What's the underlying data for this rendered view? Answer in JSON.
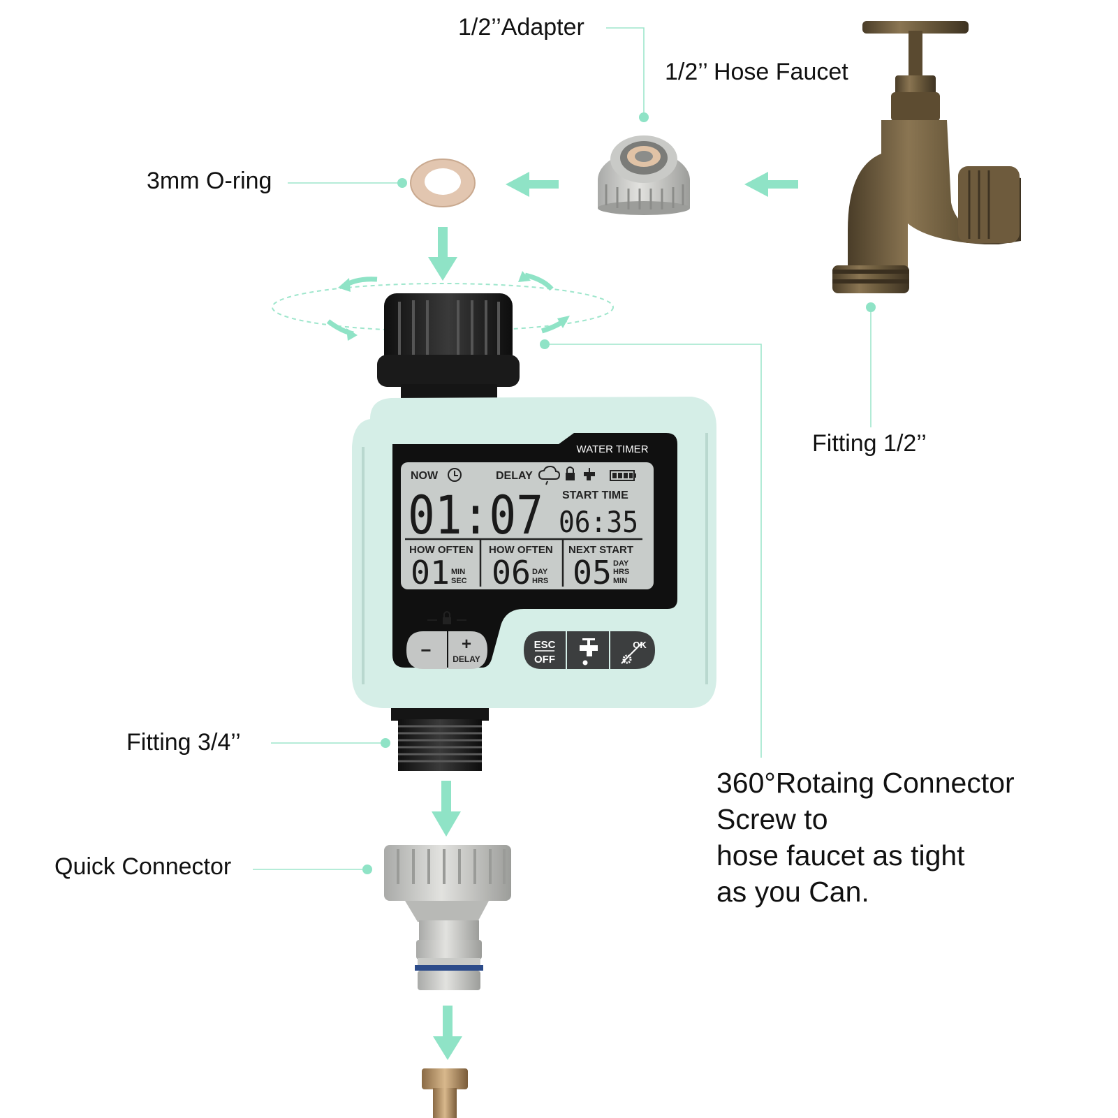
{
  "labels": {
    "adapter": "1/2’’Adapter",
    "hose_faucet": "1/2’’ Hose Faucet",
    "o_ring": "3mm O-ring",
    "fitting_half": "Fitting 1/2’’",
    "fitting_three_quarter": "Fitting 3/4’’",
    "quick_connector": "Quick Connector"
  },
  "note": {
    "lines": [
      "360°Rotaing Connector",
      "Screw to",
      "hose faucet as tight",
      "as you Can."
    ]
  },
  "device": {
    "brand_text": "WATER TIMER",
    "lcd": {
      "now_label": "NOW",
      "delay_label": "DELAY",
      "current_time": "01:07",
      "start_time_label": "START TIME",
      "start_time": "06:35",
      "col1_label": "HOW OFTEN",
      "col1_value": "01",
      "col1_unit_top": "MIN",
      "col1_unit_bottom": "SEC",
      "col2_label": "HOW OFTEN",
      "col2_value": "06",
      "col2_unit_top": "DAY",
      "col2_unit_bottom": "HRS",
      "col3_label": "NEXT START",
      "col3_value": "05",
      "col3_unit_top": "DAY",
      "col3_unit_mid": "HRS",
      "col3_unit_bottom": "MIN"
    },
    "buttons": {
      "minus": "−",
      "plus": "+",
      "delay": "DELAY",
      "esc": "ESC",
      "off": "OFF",
      "ok": "OK"
    }
  },
  "colors": {
    "accent_mint": "#8fe3c6",
    "timer_body": "#d8efe9",
    "lcd_bg": "#c7cbc9",
    "brass": "#6e5b3d"
  },
  "icons": [
    "clock-icon",
    "cloud-rain-icon",
    "lock-icon",
    "faucet-icon",
    "battery-icon",
    "rotation-arrow-icon",
    "flow-arrow-icon",
    "gear-icon"
  ]
}
